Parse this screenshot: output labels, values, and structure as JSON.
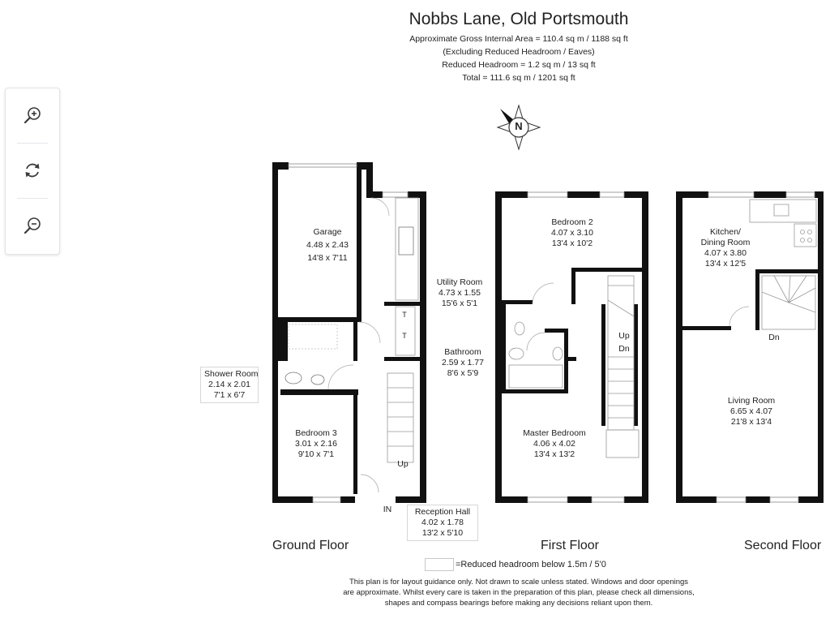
{
  "toolbar": {
    "zoom_in": "zoom-in-icon",
    "rotate": "rotate-icon",
    "zoom_out": "zoom-out-icon"
  },
  "header": {
    "title": "Nobbs Lane, Old Portsmouth",
    "gross_area": "Approximate Gross Internal Area = 110.4 sq m / 1188 sq ft",
    "excluding": "(Excluding Reduced Headroom / Eaves)",
    "reduced": "Reduced Headroom = 1.2 sq m / 13 sq ft",
    "total": "Total = 111.6 sq m / 1201 sq ft"
  },
  "compass": {
    "letter": "N"
  },
  "rooms": {
    "garage": {
      "name": "Garage",
      "metric": "4.48 x 2.43",
      "imperial": "14'8 x 7'11"
    },
    "utility": {
      "name": "Utility Room",
      "metric": "4.73 x 1.55",
      "imperial": "15'6 x 5'1"
    },
    "shower": {
      "name": "Shower Room",
      "metric": "2.14 x 2.01",
      "imperial": "7'1 x 6'7"
    },
    "bedroom3": {
      "name": "Bedroom 3",
      "metric": "3.01 x 2.16",
      "imperial": "9'10 x 7'1"
    },
    "reception": {
      "name": "Reception Hall",
      "metric": "4.02 x 1.78",
      "imperial": "13'2 x 5'10"
    },
    "bathroom": {
      "name": "Bathroom",
      "metric": "2.59 x 1.77",
      "imperial": "8'6 x 5'9"
    },
    "bedroom2": {
      "name": "Bedroom 2",
      "metric": "4.07 x 3.10",
      "imperial": "13'4 x 10'2"
    },
    "master": {
      "name": "Master Bedroom",
      "metric": "4.06 x 4.02",
      "imperial": "13'4 x 13'2"
    },
    "kitchen": {
      "name_line1": "Kitchen/",
      "name_line2": "Dining Room",
      "metric": "4.07 x 3.80",
      "imperial": "13'4 x 12'5"
    },
    "living": {
      "name": "Living Room",
      "metric": "6.65 x 4.07",
      "imperial": "21'8 x 13'4"
    }
  },
  "plan_text": {
    "up_ground": "Up",
    "in": "IN",
    "up_first": "Up",
    "dn_first": "Dn",
    "dn_second": "Dn",
    "toilet": "T"
  },
  "floors": {
    "ground": "Ground Floor",
    "first": "First Floor",
    "second": "Second Floor"
  },
  "legend": {
    "text": "=Reduced headroom below 1.5m / 5'0"
  },
  "disclaimer": {
    "line1": "This plan is for layout guidance only. Not drawn to scale unless stated. Windows and door openings",
    "line2": "are approximate. Whilst every care is taken in the preparation of this plan, please check all dimensions,",
    "line3": "shapes and compass bearings before making any decisions reliant upon them."
  }
}
